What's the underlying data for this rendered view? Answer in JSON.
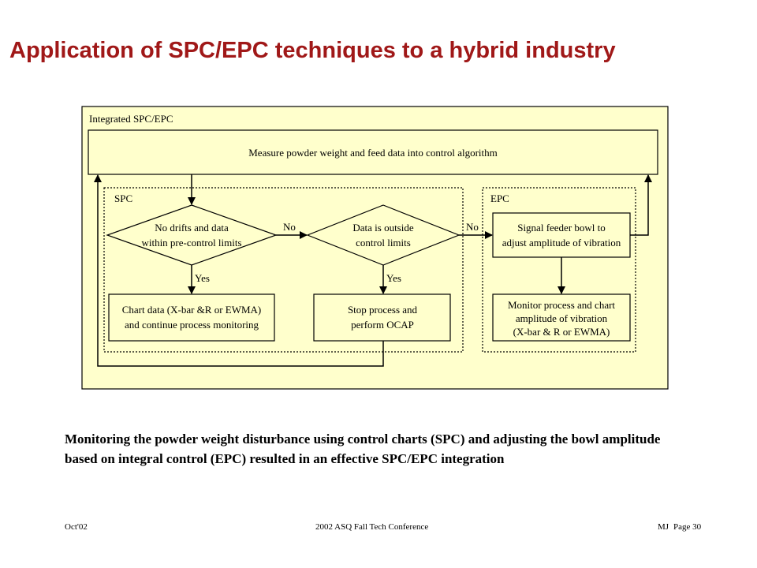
{
  "slide": {
    "title": "Application of SPC/EPC techniques to a hybrid industry",
    "caption": "Monitoring the powder weight disturbance using control charts (SPC) and adjusting the bowl amplitude based on integral control (EPC) resulted in an effective SPC/EPC integration"
  },
  "diagram": {
    "panel_label": "Integrated SPC/EPC",
    "measure_box": "Measure powder weight and feed data into control algorithm",
    "spc_label": "SPC",
    "epc_label": "EPC",
    "decision1": [
      "No drifts and data",
      "within pre-control limits"
    ],
    "decision2": [
      "Data is outside",
      "control limits"
    ],
    "chart_box": [
      "Chart data (X-bar &R or EWMA)",
      "and continue process monitoring"
    ],
    "stop_box": [
      "Stop process and",
      "perform OCAP"
    ],
    "signal_box": [
      "Signal feeder bowl to",
      "adjust amplitude of vibration"
    ],
    "monitor_box": [
      "Monitor process and chart",
      "amplitude of vibration",
      "(X-bar & R or EWMA)"
    ],
    "label_no1": "No",
    "label_no2": "No",
    "label_yes1": "Yes",
    "label_yes2": "Yes"
  },
  "footer": {
    "left": "Oct'02",
    "center": "2002 ASQ Fall Tech Conference",
    "author": "MJ",
    "page": "Page 30"
  },
  "colors": {
    "title": "#a01818",
    "panel_fill": "#ffffcc",
    "line": "#000000"
  }
}
